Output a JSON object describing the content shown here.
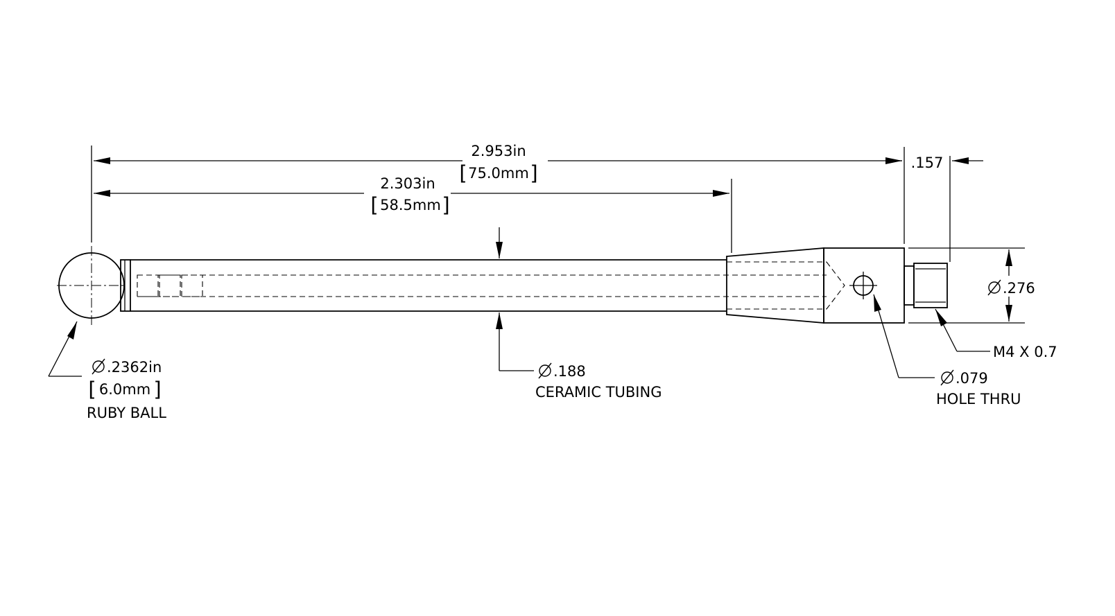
{
  "dimensions": {
    "overall_length_in": "2.953in",
    "overall_length_mm": "75.0mm",
    "tube_length_in": "2.303in",
    "tube_length_mm": "58.5mm",
    "thread_length": ".157",
    "body_diameter": ".276",
    "tube_diameter": ".188",
    "ball_diameter_in": ".2362in",
    "ball_diameter_mm": "6.0mm",
    "hole_diameter": ".079"
  },
  "callouts": {
    "tube_material": "CERAMIC TUBING",
    "ball_material": "RUBY BALL",
    "hole_note": "HOLE THRU",
    "thread_spec": "M4 X 0.7"
  }
}
